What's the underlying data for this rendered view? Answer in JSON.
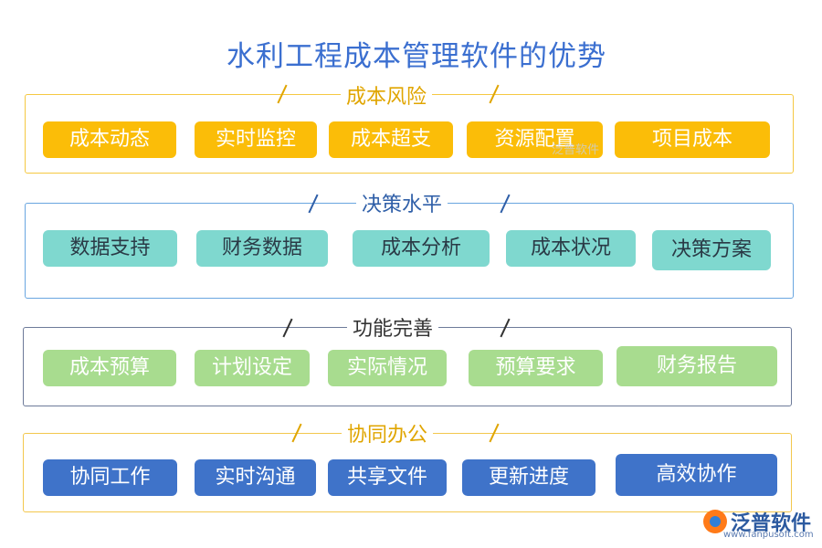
{
  "title": "水利工程成本管理软件的优势",
  "sections": [
    {
      "title": "成本风险",
      "items": [
        "成本动态",
        "实时监控",
        "成本超支",
        "资源配置",
        "项目成本"
      ]
    },
    {
      "title": "决策水平",
      "items": [
        "数据支持",
        "财务数据",
        "成本分析",
        "成本状况",
        "决策方案"
      ]
    },
    {
      "title": "功能完善",
      "items": [
        "成本预算",
        "计划设定",
        "实际情况",
        "预算要求",
        "财务报告"
      ]
    },
    {
      "title": "协同办公",
      "items": [
        "协同工作",
        "实时沟通",
        "共享文件",
        "更新进度",
        "高效协作"
      ]
    }
  ],
  "watermark": "泛普软件",
  "logo": {
    "name": "泛普软件",
    "url": "www.fanpusoft.com"
  }
}
